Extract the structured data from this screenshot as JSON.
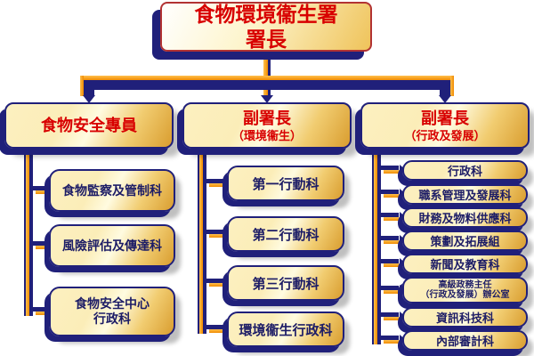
{
  "chart": {
    "root": {
      "line1": "食物環境衞生署",
      "line2": "署長"
    },
    "columns": [
      {
        "head": {
          "title": "食物安全專員"
        },
        "children": [
          {
            "label": "食物監察及管制科"
          },
          {
            "label": "風險評估及傳達科"
          },
          {
            "label": "食物安全中心",
            "label2": "行政科"
          }
        ]
      },
      {
        "head": {
          "title": "副署長",
          "subtitle": "（環境衞生）"
        },
        "children": [
          {
            "label": "第一行動科"
          },
          {
            "label": "第二行動科"
          },
          {
            "label": "第三行動科"
          },
          {
            "label": "環境衞生行政科"
          }
        ]
      },
      {
        "head": {
          "title": "副署長",
          "subtitle": "（行政及發展）"
        },
        "children": [
          {
            "label": "行政科"
          },
          {
            "label": "職系管理及發展科"
          },
          {
            "label": "財務及物料供應科"
          },
          {
            "label": "策劃及拓展組"
          },
          {
            "label": "新聞及教育科"
          },
          {
            "label": "高級政務主任",
            "label2": "（行政及發展）辦公室"
          },
          {
            "label": "資訊科技科"
          },
          {
            "label": "內部審計科"
          }
        ]
      }
    ]
  },
  "colors": {
    "navy": "#20207a",
    "orange1": "#ffc04d",
    "orange2": "#f08a00",
    "red": "#d80000",
    "childtext": "#1c1c66",
    "rootborder": "#b23333"
  }
}
